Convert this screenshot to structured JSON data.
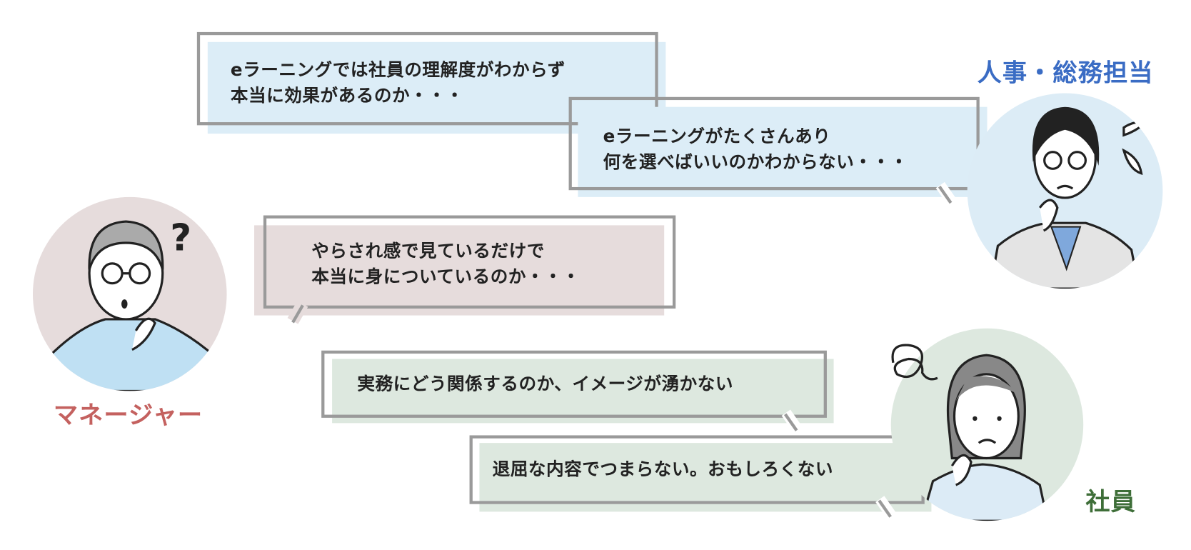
{
  "bubbles": [
    {
      "speaker": "hr",
      "lines": [
        "eラーニングでは社員の理解度がわからず",
        "本当に効果があるのか・・・"
      ]
    },
    {
      "speaker": "hr",
      "lines": [
        "eラーニングがたくさんあり",
        "何を選べばいいのかわからない・・・"
      ]
    },
    {
      "speaker": "manager",
      "lines": [
        "やらされ感で見ているだけで",
        "本当に身についているのか・・・"
      ]
    },
    {
      "speaker": "employee",
      "lines": [
        "実務にどう関係するのか、イメージが湧かない"
      ]
    },
    {
      "speaker": "employee",
      "lines": [
        "退屈な内容でつまらない。おもしろくない"
      ]
    }
  ],
  "personas": {
    "manager": {
      "label": "マネージャー",
      "color": "#c4615f",
      "bg": "#e6dcdc"
    },
    "hr": {
      "label": "人事・総務担当",
      "color": "#3a6cc4",
      "bg": "#dcecf6"
    },
    "employee": {
      "label": "社員",
      "color": "#3e6e38",
      "bg": "#dde8df"
    }
  },
  "colors": {
    "blue_fill": "#dcedf7",
    "pink_fill": "#e6dcdc",
    "green_fill": "#dde8df",
    "outline": "#9a9a9a"
  }
}
